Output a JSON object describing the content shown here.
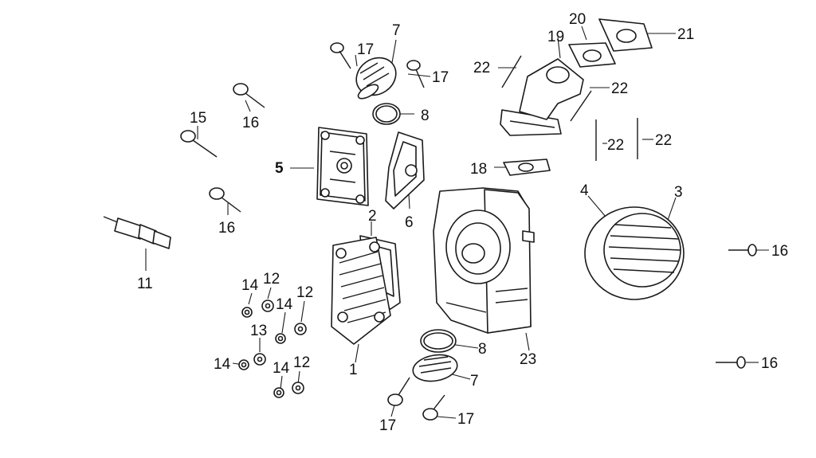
{
  "diagram": {
    "callouts": [
      {
        "id": "c1",
        "text": "1"
      },
      {
        "id": "c2",
        "text": "2"
      },
      {
        "id": "c3",
        "text": "3"
      },
      {
        "id": "c4",
        "text": "4"
      },
      {
        "id": "c5",
        "text": "5"
      },
      {
        "id": "c6",
        "text": "6"
      },
      {
        "id": "c7a",
        "text": "7"
      },
      {
        "id": "c7b",
        "text": "7"
      },
      {
        "id": "c8a",
        "text": "8"
      },
      {
        "id": "c8b",
        "text": "8"
      },
      {
        "id": "c11",
        "text": "11"
      },
      {
        "id": "c12a",
        "text": "12"
      },
      {
        "id": "c12b",
        "text": "12"
      },
      {
        "id": "c12c",
        "text": "12"
      },
      {
        "id": "c13",
        "text": "13"
      },
      {
        "id": "c14a",
        "text": "14"
      },
      {
        "id": "c14b",
        "text": "14"
      },
      {
        "id": "c14c",
        "text": "14"
      },
      {
        "id": "c14d",
        "text": "14"
      },
      {
        "id": "c15",
        "text": "15"
      },
      {
        "id": "c16a",
        "text": "16"
      },
      {
        "id": "c16b",
        "text": "16"
      },
      {
        "id": "c16c",
        "text": "16"
      },
      {
        "id": "c16d",
        "text": "16"
      },
      {
        "id": "c17a",
        "text": "17"
      },
      {
        "id": "c17b",
        "text": "17"
      },
      {
        "id": "c17c",
        "text": "17"
      },
      {
        "id": "c17d",
        "text": "17"
      },
      {
        "id": "c18",
        "text": "18"
      },
      {
        "id": "c19",
        "text": "19"
      },
      {
        "id": "c20",
        "text": "20"
      },
      {
        "id": "c21",
        "text": "21"
      },
      {
        "id": "c22a",
        "text": "22"
      },
      {
        "id": "c22b",
        "text": "22"
      },
      {
        "id": "c22c",
        "text": "22"
      },
      {
        "id": "c22d",
        "text": "22"
      },
      {
        "id": "c23",
        "text": "23"
      }
    ]
  }
}
